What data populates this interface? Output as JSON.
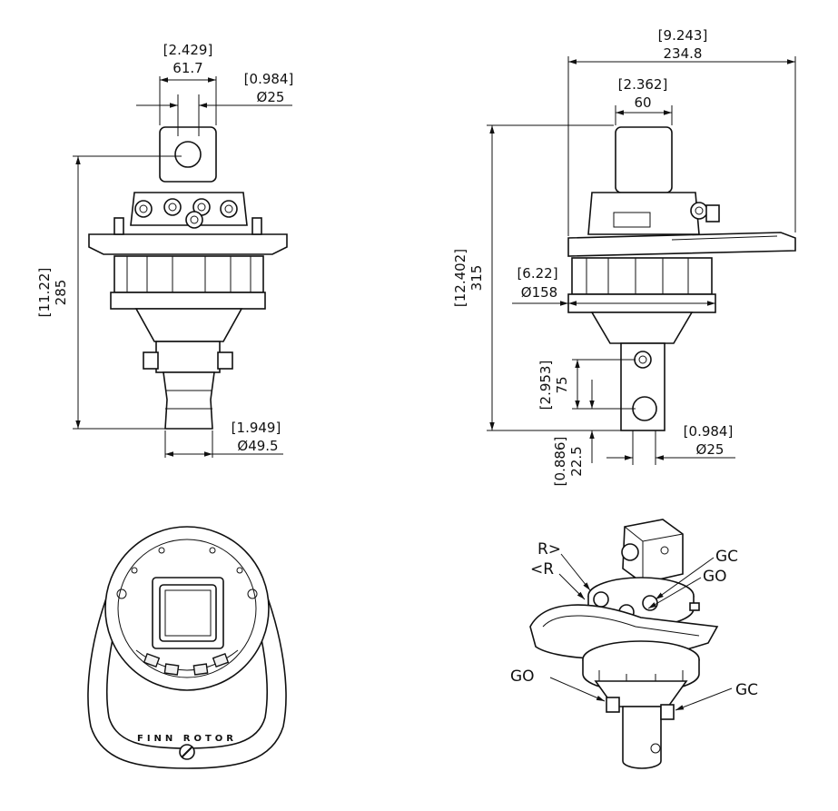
{
  "front_view": {
    "top_width": {
      "inch": "[2.429]",
      "mm": "61.7"
    },
    "pin_top": {
      "inch": "[0.984]",
      "mm": "Ø25"
    },
    "height": {
      "inch": "[11.22]",
      "mm": "285"
    },
    "shaft_diameter": {
      "inch": "[1.949]",
      "mm": "Ø49.5"
    }
  },
  "side_view": {
    "overall_width": {
      "inch": "[9.243]",
      "mm": "234.8"
    },
    "top_width": {
      "inch": "[2.362]",
      "mm": "60"
    },
    "height": {
      "inch": "[12.402]",
      "mm": "315"
    },
    "flange_diameter": {
      "inch": "[6.22]",
      "mm": "Ø158"
    },
    "hole_spacing": {
      "inch": "[2.953]",
      "mm": "75"
    },
    "hole_to_end": {
      "inch": "[0.886]",
      "mm": "22.5"
    },
    "pin_diameter": {
      "inch": "[0.984]",
      "mm": "Ø25"
    }
  },
  "bottom_view": {
    "brand_text": "FINN ROTOR"
  },
  "iso_view": {
    "callouts": {
      "r_right": "R>",
      "r_left": "<R",
      "gc_top": "GC",
      "go_top": "GO",
      "go_bottom": "GO",
      "gc_bottom": "GC"
    }
  }
}
